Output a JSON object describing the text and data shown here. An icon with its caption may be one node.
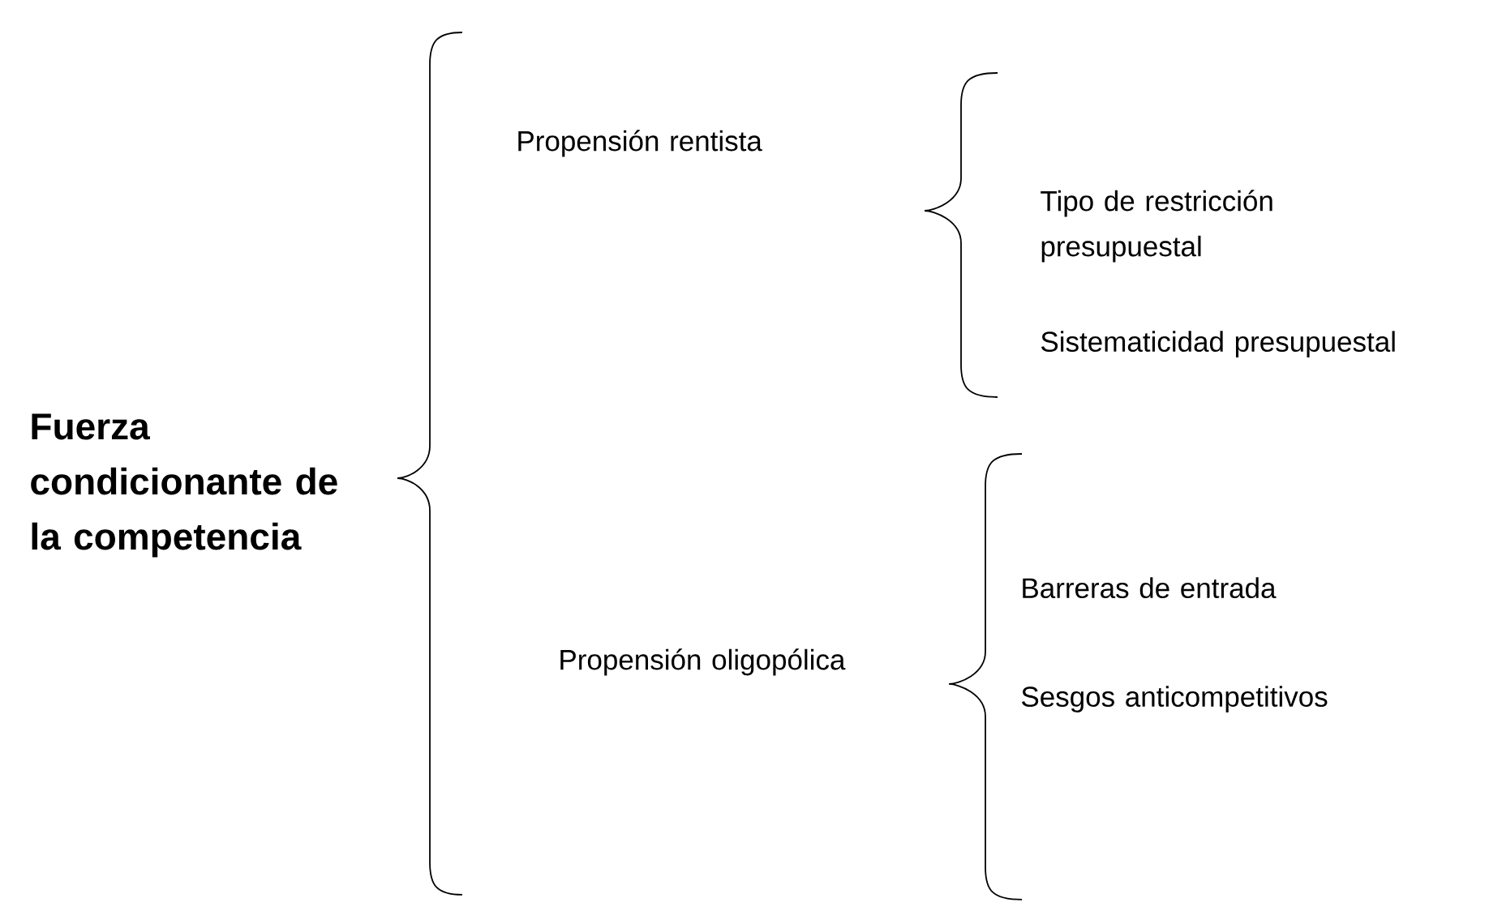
{
  "diagram": {
    "nodes": [
      {
        "text": [
          "Fuerza condicionante de la competencia"
        ]
      },
      {
        "text": [
          "Propensión rentista"
        ]
      },
      {
        "text": [
          "Propensión oligopólica"
        ]
      },
      {
        "text": [
          "Tipo de restricción presupuestal"
        ]
      },
      {
        "text": [
          "Sistematicidad presupuestal"
        ]
      },
      {
        "text": [
          "Barreras de entrada"
        ]
      },
      {
        "text": [
          "Sesgos anticompetitivos"
        ]
      }
    ]
  }
}
